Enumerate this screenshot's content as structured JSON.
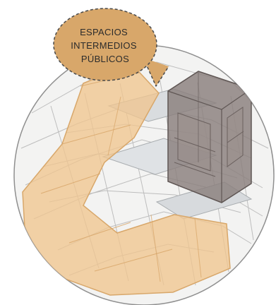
{
  "callout": {
    "lines": [
      "ESPACIOS",
      "INTERMEDIOS",
      "PÚBLICOS"
    ]
  },
  "colors": {
    "background": "#ffffff",
    "circle_fill": "#f3f3f2",
    "circle_stroke": "#8f8f8f",
    "highlight_fill": "#f0c58f",
    "highlight_stroke": "#d8a76a",
    "building_fill": "#8a7f7c",
    "building_stroke": "#5f5654",
    "glass_fill": "#d9dcdf",
    "line_color": "#b8b8b8"
  }
}
